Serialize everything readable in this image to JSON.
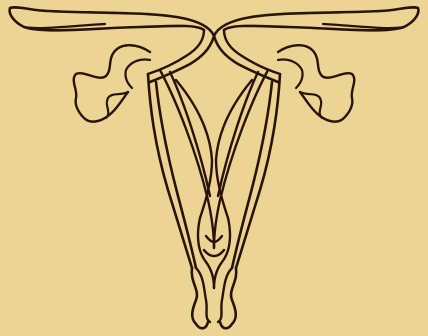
{
  "figure": {
    "description_text": "",
    "colors": {
      "paper": "#ecd494",
      "ink": "#2a1409"
    },
    "parts": [
      "uterus-body",
      "right-fallopian-tube",
      "left-fallopian-tube",
      "right-ovary",
      "left-ovary",
      "cervix"
    ]
  }
}
